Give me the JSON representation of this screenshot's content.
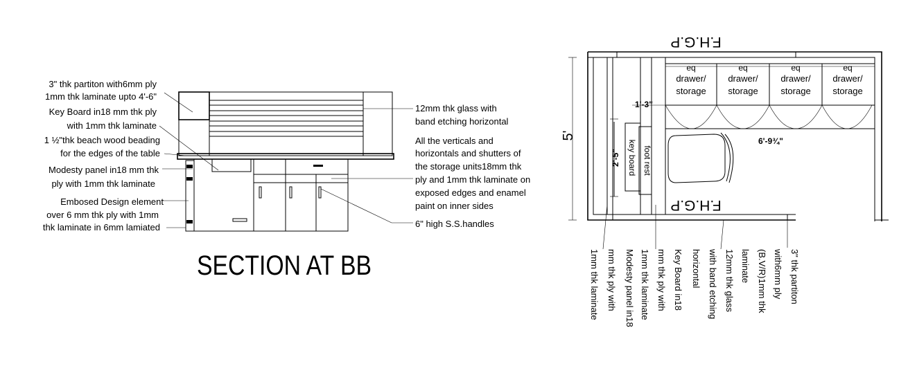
{
  "section": {
    "title": "SECTION AT  BB",
    "labels_left": [
      "3\" thk partiton with6mm ply",
      "1mm thk laminate upto 4'-6\"",
      "Key Board  in18 mm thk ply",
      "with 1mm thk laminate",
      "1 ½\"thk beach wood beading",
      "for the edges of the table",
      "Modesty panel in18 mm thk",
      "ply with 1mm thk laminate",
      "Embosed Design element",
      "over 6 mm thk ply with 1mm",
      "thk laminate in 6mm lamiated"
    ],
    "labels_right": [
      "12mm thk glass with",
      "band etching horizontal",
      "All the verticals and",
      "horizontals and shutters of",
      "the storage units18mm thk",
      "ply and 1mm thk laminate  on",
      "exposed edges and enamel",
      "paint on inner sides",
      "6\" high S.S.handles"
    ]
  },
  "plan": {
    "fhgp_top": "F.H.G.P",
    "fhgp_bottom": "F.H.G.P",
    "eq": "eq",
    "drawer_line1": "drawer/",
    "drawer_line2": "storage",
    "dim_left": "5'",
    "dim_depth": "1'-3\"",
    "dim_length": "6'-9¾\"",
    "dim_key": "2'-5\"",
    "foot_rest": "foot rest",
    "key_board": "key board",
    "vertical_notes": [
      [
        "Modesty panel in18",
        "mm thk ply with",
        "1mm thk laminate"
      ],
      [
        "Key Board  in18",
        "mm thk ply with",
        "1mm thk laminate"
      ],
      [
        "12mm thk glass",
        "with band etching",
        "horizontal"
      ],
      [
        "3\" thk partiton",
        "with6mm ply",
        "(B.V/R)1mm thk",
        "laminate"
      ]
    ]
  }
}
